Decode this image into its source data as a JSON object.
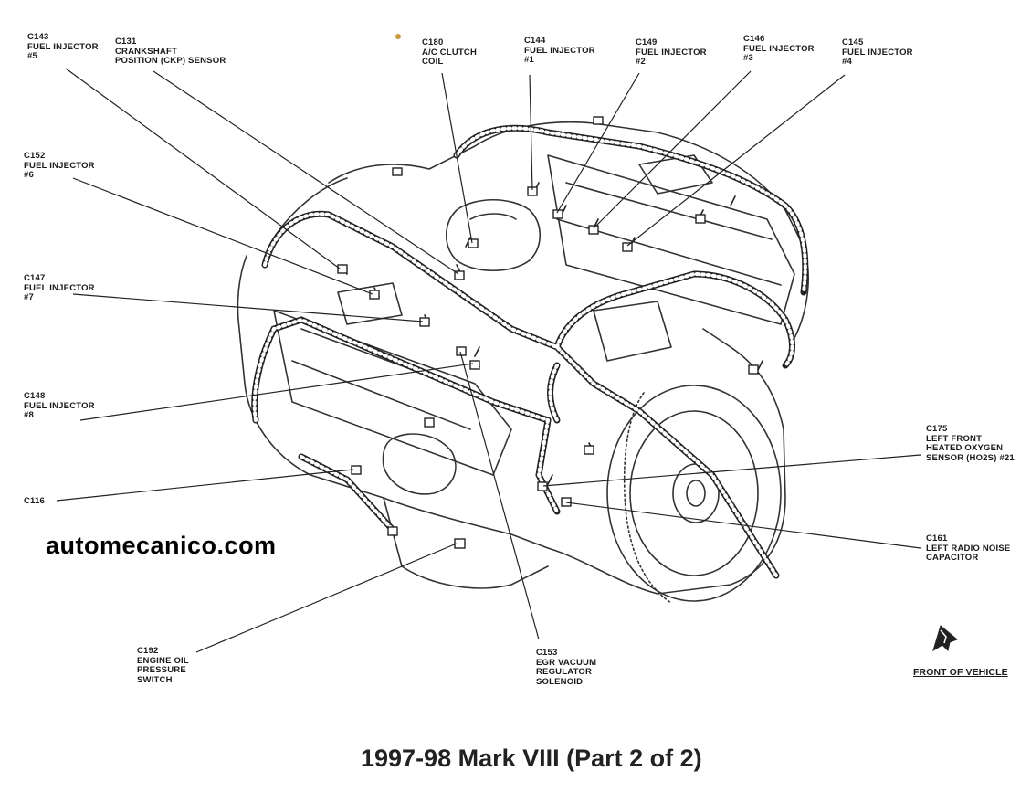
{
  "callouts": {
    "c143": {
      "lines": [
        "C143",
        "FUEL INJECTOR",
        "#5"
      ]
    },
    "c131": {
      "lines": [
        "C131",
        "CRANKSHAFT",
        "POSITION (CKP) SENSOR"
      ]
    },
    "c180": {
      "lines": [
        "C180",
        "A/C CLUTCH",
        "COIL"
      ]
    },
    "c144": {
      "lines": [
        "C144",
        "FUEL INJECTOR",
        "#1"
      ]
    },
    "c149": {
      "lines": [
        "C149",
        "FUEL INJECTOR",
        "#2"
      ]
    },
    "c146": {
      "lines": [
        "C146",
        "FUEL INJECTOR",
        "#3"
      ]
    },
    "c145": {
      "lines": [
        "C145",
        "FUEL INJECTOR",
        "#4"
      ]
    },
    "c152": {
      "lines": [
        "C152",
        "FUEL INJECTOR",
        "#6"
      ]
    },
    "c147": {
      "lines": [
        "C147",
        "FUEL INJECTOR",
        "#7"
      ]
    },
    "c148": {
      "lines": [
        "C148",
        "FUEL INJECTOR",
        "#8"
      ]
    },
    "c116": {
      "lines": [
        "C116"
      ]
    },
    "c175": {
      "lines": [
        "C175",
        "LEFT FRONT",
        "HEATED OXYGEN",
        "SENSOR (HO2S) #21"
      ]
    },
    "c161": {
      "lines": [
        "C161",
        "LEFT RADIO NOISE",
        "CAPACITOR"
      ]
    },
    "c192": {
      "lines": [
        "C192",
        "ENGINE OIL",
        "PRESSURE",
        "SWITCH"
      ]
    },
    "c153": {
      "lines": [
        "C153",
        "EGR VACUUM",
        "REGULATOR",
        "SOLENOID"
      ]
    }
  },
  "watermark": "automecanico.com",
  "caption": "1997-98 Mark VIII (Part 2 of 2)",
  "front_of_vehicle": "FRONT OF VEHICLE",
  "colors": {
    "line": "#222222",
    "background": "#ffffff"
  }
}
